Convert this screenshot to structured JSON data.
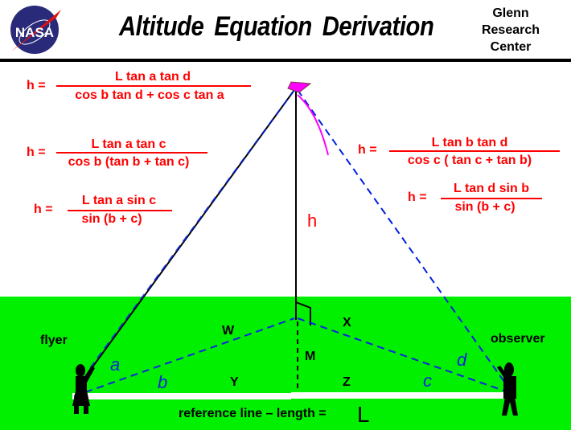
{
  "header": {
    "logo": "NASA",
    "title": "Altitude  Equation  Derivation",
    "center_lines": [
      "Glenn",
      "Research",
      "Center"
    ]
  },
  "equations": [
    {
      "lhs": "h =",
      "numerator": "L  tan a   tan d",
      "denominator": "cos b  tan d  +  cos c  tan a"
    },
    {
      "lhs": "h =",
      "numerator": "L  tan a  tan c",
      "denominator": "cos b  (tan b + tan c)"
    },
    {
      "lhs": "h =",
      "numerator": "L  tan a  sin c",
      "denominator": "sin (b + c)"
    },
    {
      "lhs": "h =",
      "numerator": "L  tan b  tan d",
      "denominator": "cos c  ( tan c + tan b)"
    },
    {
      "lhs": "h =",
      "numerator": "L  tan d  sin b",
      "denominator": "sin (b + c)"
    }
  ],
  "diagram": {
    "height_label": "h",
    "people": {
      "left": "flyer",
      "right": "observer"
    },
    "segments": {
      "W": "W",
      "X": "X",
      "Y": "Y",
      "Z": "Z",
      "M": "M"
    },
    "angles": {
      "a": "a",
      "b": "b",
      "c": "c",
      "d": "d"
    },
    "reference": {
      "text": "reference  line –  length =",
      "symbol": "L"
    },
    "colors": {
      "ground": "#00f000",
      "equations": "#ff0000",
      "sightlines": "#0020e0",
      "kite": "#ff00ff"
    }
  }
}
